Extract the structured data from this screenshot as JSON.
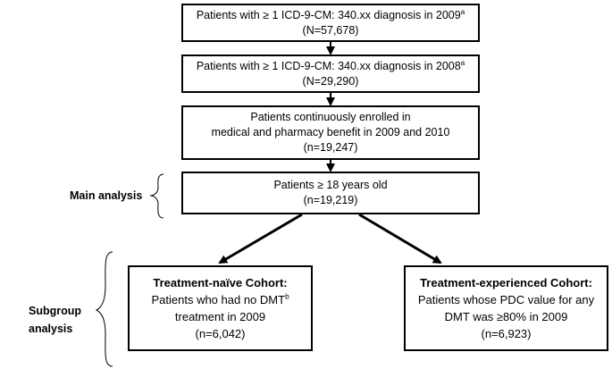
{
  "boxes": {
    "box1": {
      "line1": "Patients with ≥ 1 ICD-9-CM: 340.xx diagnosis in 2009",
      "sup": "a",
      "line2": "(N=57,678)"
    },
    "box2": {
      "line1": "Patients with ≥ 1 ICD-9-CM: 340.xx diagnosis in 2008",
      "sup": "a",
      "line2": "(N=29,290)"
    },
    "box3": {
      "line1": "Patients continuously enrolled in",
      "line2": "medical and pharmacy benefit in 2009 and 2010",
      "line3": "(n=19,247)"
    },
    "box4": {
      "line1": "Patients ≥ 18 years old",
      "line2": "(n=19,219)"
    },
    "naive": {
      "title": "Treatment-naïve Cohort:",
      "line1": "Patients who had no DMT",
      "sup": "b",
      "line2": "treatment in 2009",
      "line3": "(n=6,042)"
    },
    "experienced": {
      "title": "Treatment-experienced Cohort:",
      "line1": "Patients whose PDC value for any",
      "line2": "DMT was ≥80% in 2009",
      "line3": "(n=6,923)"
    }
  },
  "labels": {
    "main_analysis": "Main analysis",
    "subgroup_line1": "Subgroup",
    "subgroup_line2": "analysis"
  }
}
